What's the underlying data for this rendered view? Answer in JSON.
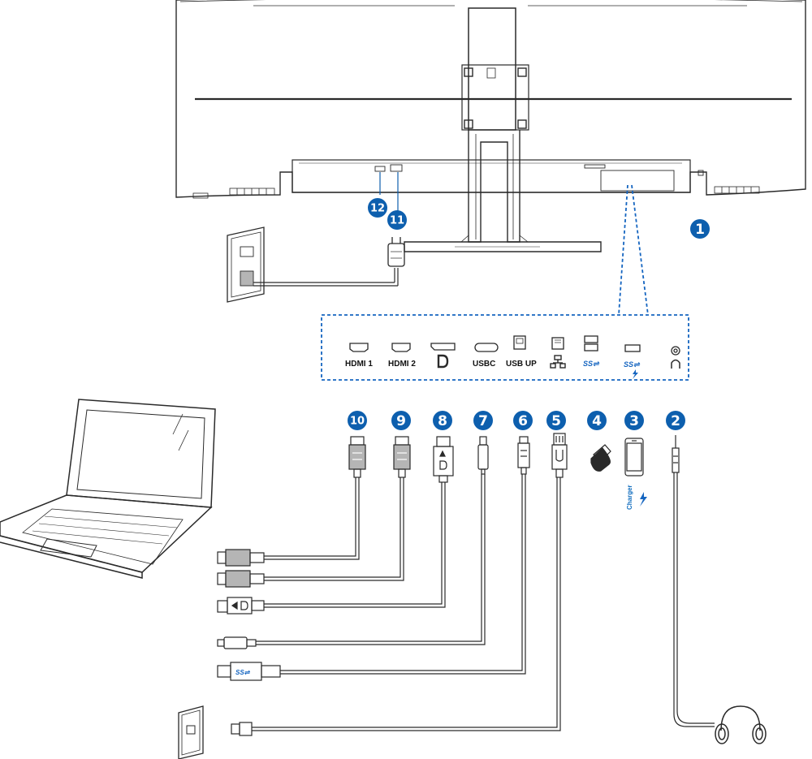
{
  "colors": {
    "badge": "#0d5fae",
    "outline": "#2a2a2a",
    "dashed": "#1565c0",
    "fill_gray": "#b5b5b5"
  },
  "port_labels": {
    "hdmi1": "HDMI 1",
    "hdmi2": "HDMI 2",
    "usbc": "USBC",
    "usb_up": "USB UP",
    "charger": "Charger"
  },
  "badges": [
    {
      "id": "b1",
      "num": "1",
      "target": "kensington-lock"
    },
    {
      "id": "b2",
      "num": "2",
      "target": "audio-out"
    },
    {
      "id": "b3",
      "num": "3",
      "target": "usb-charging"
    },
    {
      "id": "b4",
      "num": "4",
      "target": "usb-downstream"
    },
    {
      "id": "b5",
      "num": "5",
      "target": "rj45"
    },
    {
      "id": "b6",
      "num": "6",
      "target": "usb-up"
    },
    {
      "id": "b7",
      "num": "7",
      "target": "usb-c"
    },
    {
      "id": "b8",
      "num": "8",
      "target": "displayport"
    },
    {
      "id": "b9",
      "num": "9",
      "target": "hdmi-2"
    },
    {
      "id": "b10",
      "num": "10",
      "target": "hdmi-1"
    },
    {
      "id": "b11",
      "num": "11",
      "target": "power-switch"
    },
    {
      "id": "b12",
      "num": "12",
      "target": "ac-power-input"
    }
  ],
  "icons": [
    "monitor-back",
    "stand",
    "wall-outlet",
    "power-plug",
    "laptop",
    "ethernet-wall-jack",
    "headphones-icon",
    "usb-stick-icon",
    "smartphone-icon",
    "displayport-logo-icon",
    "network-icon",
    "superspeed-usb-icon",
    "charging-bolt-icon",
    "headphone-port-icon"
  ]
}
